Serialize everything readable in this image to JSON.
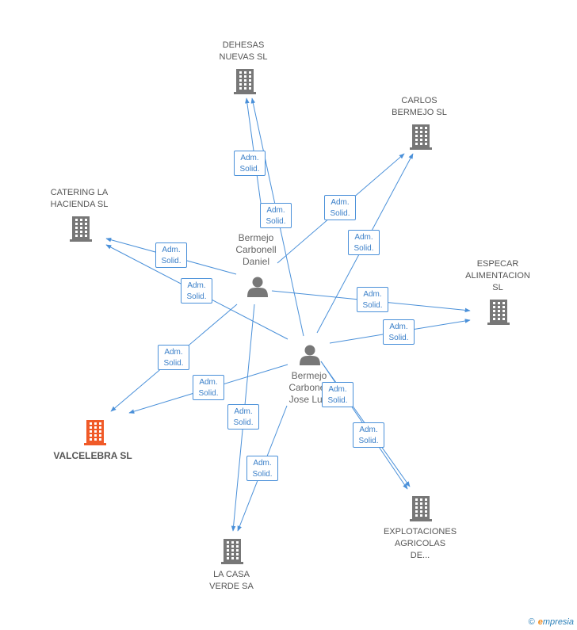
{
  "companies": [
    {
      "id": "dehesas",
      "lines": [
        "DEHESAS",
        "NUEVAS SL"
      ],
      "color": "#777777"
    },
    {
      "id": "carlos",
      "lines": [
        "CARLOS",
        "BERMEJO SL"
      ],
      "color": "#777777"
    },
    {
      "id": "catering",
      "lines": [
        "CATERING LA",
        "HACIENDA SL"
      ],
      "color": "#777777"
    },
    {
      "id": "especar",
      "lines": [
        "ESPECAR",
        "ALIMENTACION",
        "SL"
      ],
      "color": "#777777"
    },
    {
      "id": "valcelebra",
      "lines": [
        "VALCELEBRA SL"
      ],
      "color": "#f05a28",
      "focus": true
    },
    {
      "id": "explotaciones",
      "lines": [
        "EXPLOTACIONES",
        "AGRICOLAS",
        "DE..."
      ],
      "color": "#777777"
    },
    {
      "id": "lacasa",
      "lines": [
        "LA CASA",
        "VERDE SA"
      ],
      "color": "#777777"
    }
  ],
  "persons": [
    {
      "id": "daniel",
      "lines": [
        "Bermejo",
        "Carbonell",
        "Daniel"
      ]
    },
    {
      "id": "jose",
      "lines": [
        "Bermejo",
        "Carbonell",
        "Jose Luis"
      ]
    }
  ],
  "edge_label": {
    "line1": "Adm.",
    "line2": "Solid."
  },
  "edges": [
    {
      "from": "daniel",
      "to": "dehesas"
    },
    {
      "from": "jose",
      "to": "dehesas"
    },
    {
      "from": "daniel",
      "to": "carlos"
    },
    {
      "from": "jose",
      "to": "carlos"
    },
    {
      "from": "daniel",
      "to": "catering"
    },
    {
      "from": "jose",
      "to": "catering"
    },
    {
      "from": "daniel",
      "to": "especar"
    },
    {
      "from": "jose",
      "to": "especar"
    },
    {
      "from": "daniel",
      "to": "valcelebra"
    },
    {
      "from": "jose",
      "to": "valcelebra"
    },
    {
      "from": "daniel",
      "to": "explotaciones"
    },
    {
      "from": "jose",
      "to": "explotaciones"
    },
    {
      "from": "daniel",
      "to": "lacasa"
    },
    {
      "from": "jose",
      "to": "lacasa"
    }
  ],
  "colors": {
    "edge": "#4a90d9",
    "person_icon": "#777777"
  },
  "brand": {
    "copyright": "©",
    "e": "e",
    "rest": "mpresia"
  }
}
